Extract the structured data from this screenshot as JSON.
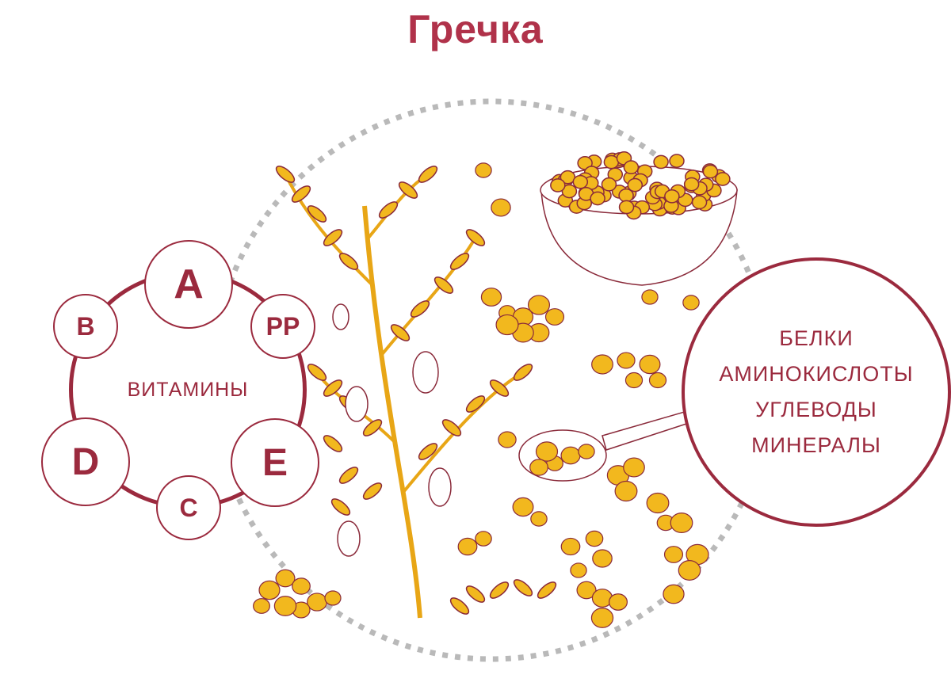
{
  "title": "Гречка",
  "vitamins": {
    "label": "ВИТАМИНЫ",
    "items": [
      "A",
      "B",
      "PP",
      "D",
      "C",
      "E"
    ]
  },
  "nutrients": [
    "БЕЛКИ",
    "АМИНОКИСЛОТЫ",
    "УГЛЕВОДЫ",
    "МИНЕРАЛЫ"
  ],
  "colors": {
    "accent": "#9b2a3e",
    "grain": "#f2b81e",
    "dots": "#b9b9b9"
  }
}
